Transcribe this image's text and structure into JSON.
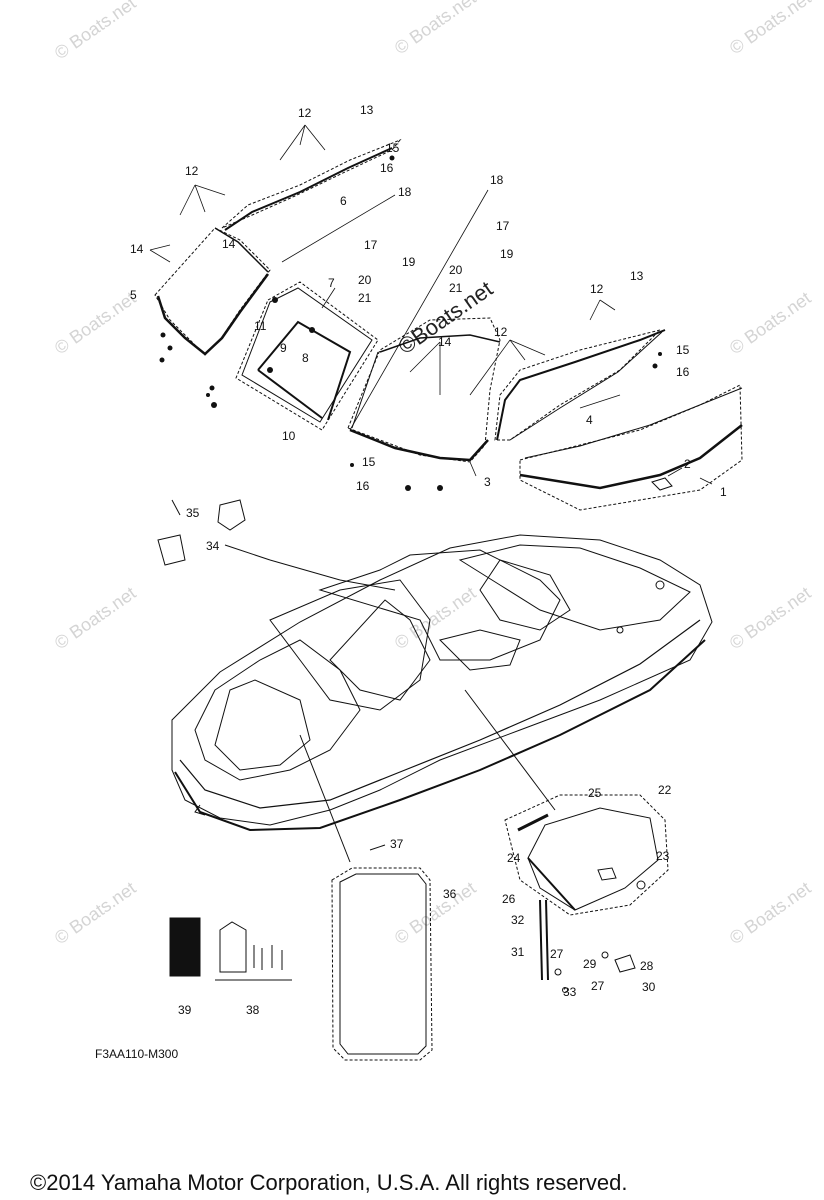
{
  "watermark": {
    "text": "© Boats.net",
    "center_text": "©Boats.net"
  },
  "diagram_code": "F3AA110-M300",
  "copyright": "©2014 Yamaha Motor Corporation, U.S.A. All rights reserved.",
  "callouts": [
    {
      "id": "c13a",
      "label": "13"
    },
    {
      "id": "c12a",
      "label": "12"
    },
    {
      "id": "c15a",
      "label": "15"
    },
    {
      "id": "c16a",
      "label": "16"
    },
    {
      "id": "c6",
      "label": "6"
    },
    {
      "id": "c12b",
      "label": "12"
    },
    {
      "id": "c18a",
      "label": "18"
    },
    {
      "id": "c18b",
      "label": "18"
    },
    {
      "id": "c17a",
      "label": "17"
    },
    {
      "id": "c17b",
      "label": "17"
    },
    {
      "id": "c14a",
      "label": "14"
    },
    {
      "id": "c14b",
      "label": "14"
    },
    {
      "id": "c19a",
      "label": "19"
    },
    {
      "id": "c19b",
      "label": "19"
    },
    {
      "id": "c20a",
      "label": "20"
    },
    {
      "id": "c20b",
      "label": "20"
    },
    {
      "id": "c21a",
      "label": "21"
    },
    {
      "id": "c21b",
      "label": "21"
    },
    {
      "id": "c5",
      "label": "5"
    },
    {
      "id": "c7",
      "label": "7"
    },
    {
      "id": "c11",
      "label": "11"
    },
    {
      "id": "c9",
      "label": "9"
    },
    {
      "id": "c8",
      "label": "8"
    },
    {
      "id": "c10",
      "label": "10"
    },
    {
      "id": "c12c",
      "label": "12"
    },
    {
      "id": "c13b",
      "label": "13"
    },
    {
      "id": "c12d",
      "label": "12"
    },
    {
      "id": "c14c",
      "label": "14"
    },
    {
      "id": "c15b",
      "label": "15"
    },
    {
      "id": "c16b",
      "label": "16"
    },
    {
      "id": "c4",
      "label": "4"
    },
    {
      "id": "c15c",
      "label": "15"
    },
    {
      "id": "c16c",
      "label": "16"
    },
    {
      "id": "c3",
      "label": "3"
    },
    {
      "id": "c2",
      "label": "2"
    },
    {
      "id": "c1",
      "label": "1"
    },
    {
      "id": "c35",
      "label": "35"
    },
    {
      "id": "c34",
      "label": "34"
    },
    {
      "id": "c22",
      "label": "22"
    },
    {
      "id": "c25",
      "label": "25"
    },
    {
      "id": "c24",
      "label": "24"
    },
    {
      "id": "c23",
      "label": "23"
    },
    {
      "id": "c37",
      "label": "37"
    },
    {
      "id": "c36",
      "label": "36"
    },
    {
      "id": "c26",
      "label": "26"
    },
    {
      "id": "c32",
      "label": "32"
    },
    {
      "id": "c31",
      "label": "31"
    },
    {
      "id": "c27a",
      "label": "27"
    },
    {
      "id": "c29",
      "label": "29"
    },
    {
      "id": "c28",
      "label": "28"
    },
    {
      "id": "c27b",
      "label": "27"
    },
    {
      "id": "c33",
      "label": "33"
    },
    {
      "id": "c30",
      "label": "30"
    },
    {
      "id": "c39",
      "label": "39"
    },
    {
      "id": "c38",
      "label": "38"
    }
  ]
}
